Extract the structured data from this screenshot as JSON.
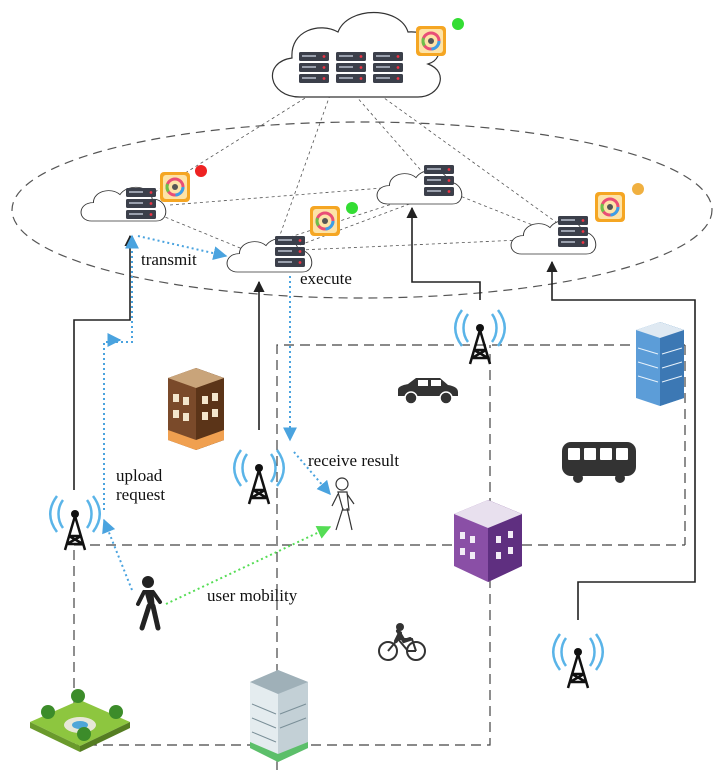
{
  "labels": {
    "transmit": "transmit",
    "execute": "execute",
    "receive_result": "receive result",
    "upload_line1": "upload",
    "upload_line2": "request",
    "user_mobility": "user mobility"
  },
  "status_dots": {
    "cloud": "#33dd33",
    "edge_left": "#ee2222",
    "edge_center": "#33dd33",
    "edge_right": "#f0b040"
  },
  "colors": {
    "flow_arrow": "#4aa3df",
    "mobility_arrow": "#55dd55",
    "wireless": "#5ab4e8",
    "dark": "#222222"
  },
  "icons": [
    "cloud-icon",
    "server-rack-icon",
    "app-service-icon",
    "cell-tower-icon",
    "person-walking-icon",
    "car-icon",
    "bus-icon",
    "bicycle-icon",
    "building-icon",
    "park-icon"
  ]
}
